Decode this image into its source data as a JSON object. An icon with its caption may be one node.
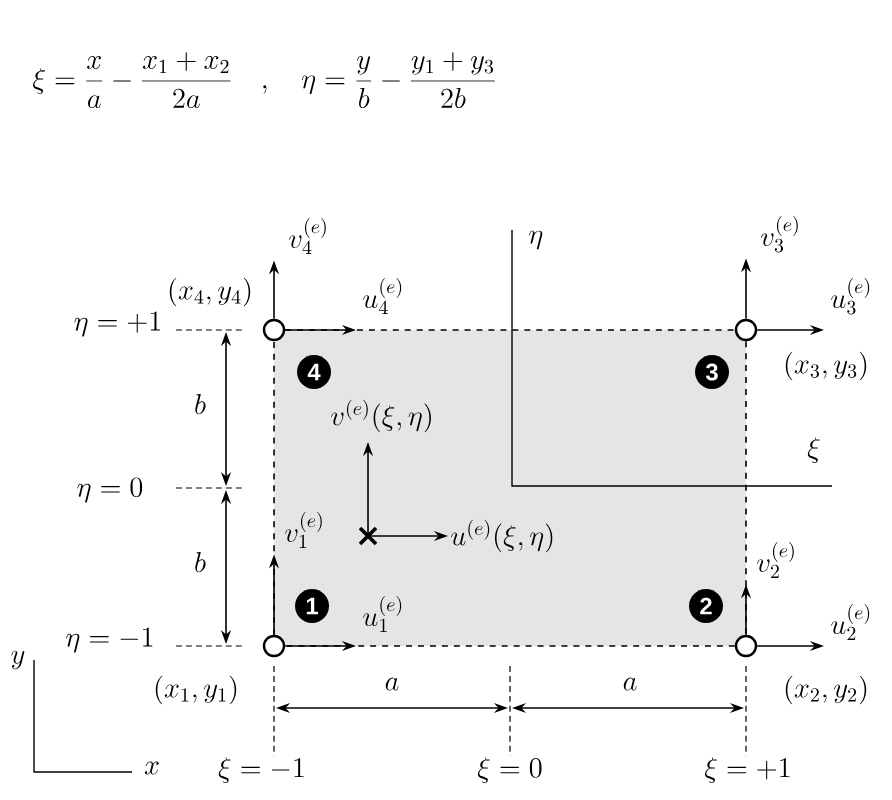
{
  "diagram": {
    "nodes": [
      {
        "text": [],
        "shape": "circle",
        "beside": [
          "(x_4, y_4)"
        ]
      },
      {
        "text": [],
        "shape": "circle",
        "beside": [
          "(x_3, y_3)"
        ]
      },
      {
        "text": [],
        "shape": "circle",
        "beside": [
          "(x_1, y_1)"
        ]
      },
      {
        "text": [],
        "shape": "circle",
        "beside": [
          "(x_2, y_2)"
        ]
      },
      {
        "text": [
          "4"
        ]
      },
      {
        "text": [
          "3"
        ]
      },
      {
        "text": [
          "1"
        ]
      },
      {
        "text": [
          "2"
        ]
      },
      {
        "text": [
          "v_4^{(e)}"
        ]
      },
      {
        "text": [
          "u_4^{(e)}"
        ]
      },
      {
        "text": [
          "v_3^{(e)}"
        ]
      },
      {
        "text": [
          "u_3^{(e)}"
        ]
      },
      {
        "text": [
          "v_1^{(e)}"
        ]
      },
      {
        "text": [
          "u_1^{(e)}"
        ]
      },
      {
        "text": [
          "v_2^{(e)}"
        ]
      },
      {
        "text": [
          "u_2^{(e)}"
        ]
      }
    ],
    "edges": [
      {
        "from": 0,
        "to": 1,
        "arrow": "none",
        "style": "dashed"
      },
      {
        "from": 1,
        "to": 3,
        "arrow": "none",
        "style": "dashed"
      },
      {
        "from": 3,
        "to": 2,
        "arrow": "none",
        "style": "dashed"
      },
      {
        "from": 2,
        "to": 0,
        "arrow": "none",
        "style": "dashed"
      },
      {
        "from": 0,
        "to": 8,
        "arrow": "to"
      },
      {
        "from": 0,
        "to": 9,
        "arrow": "to"
      },
      {
        "from": 1,
        "to": 10,
        "arrow": "to"
      },
      {
        "from": 1,
        "to": 11,
        "arrow": "to"
      },
      {
        "from": 2,
        "to": 12,
        "arrow": "to"
      },
      {
        "from": 2,
        "to": 13,
        "arrow": "to"
      },
      {
        "from": 3,
        "to": 14,
        "arrow": "to"
      },
      {
        "from": 3,
        "to": 15,
        "arrow": "to"
      }
    ],
    "labels": [
      "\\xi = \\frac{x}{a} - \\frac{x_1 + x_2}{2a} \\quad , \\quad \\eta = \\frac{y}{b} - \\frac{y_1 + y_3}{2b}",
      "\\eta",
      "\\eta = +1",
      "b",
      "v^{(e)}(\\xi , \\eta)",
      "\\xi",
      "\\eta = 0",
      "u^{(e)}(\\xi , \\eta)",
      "b",
      "\\eta = -1",
      "y",
      "a",
      "a",
      "x",
      "\\xi = -1",
      "\\xi = 0",
      "\\xi = +1"
    ]
  }
}
